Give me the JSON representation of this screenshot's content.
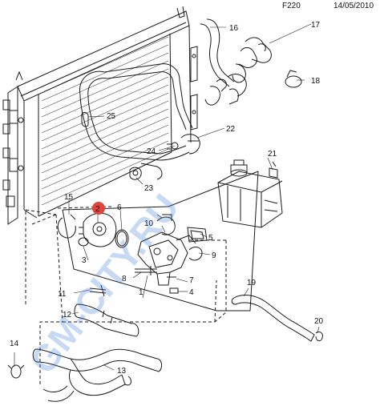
{
  "header": {
    "diagram_code": "F220",
    "date": "14/05/2010"
  },
  "watermark": "GM-CITY.RU",
  "callouts": [
    "1",
    "2",
    "3",
    "4",
    "5",
    "6",
    "7",
    "8",
    "9",
    "10",
    "11",
    "12",
    "13",
    "14",
    "15",
    "16",
    "17",
    "18",
    "19",
    "20",
    "21",
    "22",
    "23",
    "24",
    "25"
  ],
  "highlighted_callout": "2",
  "colors": {
    "line": "#1a1a1a",
    "highlight": "#e0443a",
    "watermark": "#3a78d6"
  }
}
